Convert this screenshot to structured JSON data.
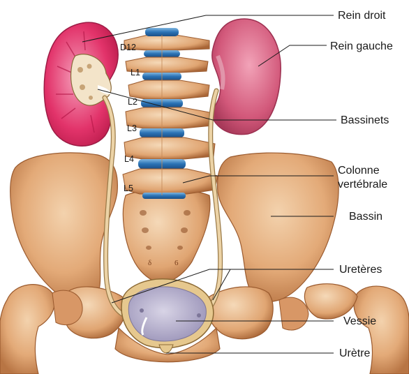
{
  "labels": {
    "rein_droit": "Rein droit",
    "rein_gauche": "Rein gauche",
    "bassinets": "Bassinets",
    "colonne_1": "Colonne",
    "colonne_2": "vertébrale",
    "bassin": "Bassin",
    "ureteres": "Uretères",
    "vessie": "Vessie",
    "uretre": "Urètre"
  },
  "vertebrae": {
    "d12": "D12",
    "l1": "L1",
    "l2": "L2",
    "l3": "L3",
    "l4": "L4",
    "l5": "L5"
  },
  "colors": {
    "bone": "#e9b98a",
    "bone_dark": "#c98d5a",
    "bone_shadow": "#a8693a",
    "disc": "#2f7fc0",
    "kidney_right": "#e23a6a",
    "kidney_left": "#d65a78",
    "bladder": "#b9b3cf",
    "ureter": "#e8c99a"
  }
}
